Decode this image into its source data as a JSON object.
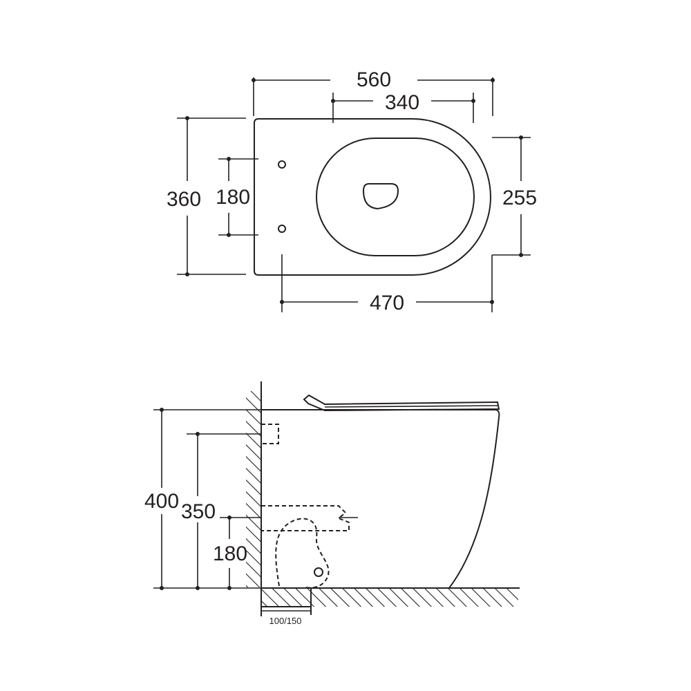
{
  "top_view": {
    "overall_length": "560",
    "seat_opening_width": "340",
    "overall_width": "360",
    "fixing_spacing": "180",
    "bowl_width": "255",
    "fixing_to_front": "470"
  },
  "side_view": {
    "overall_height": "400",
    "inlet_height": "350",
    "outlet_height": "180",
    "outlet_pipe": "100/150"
  }
}
